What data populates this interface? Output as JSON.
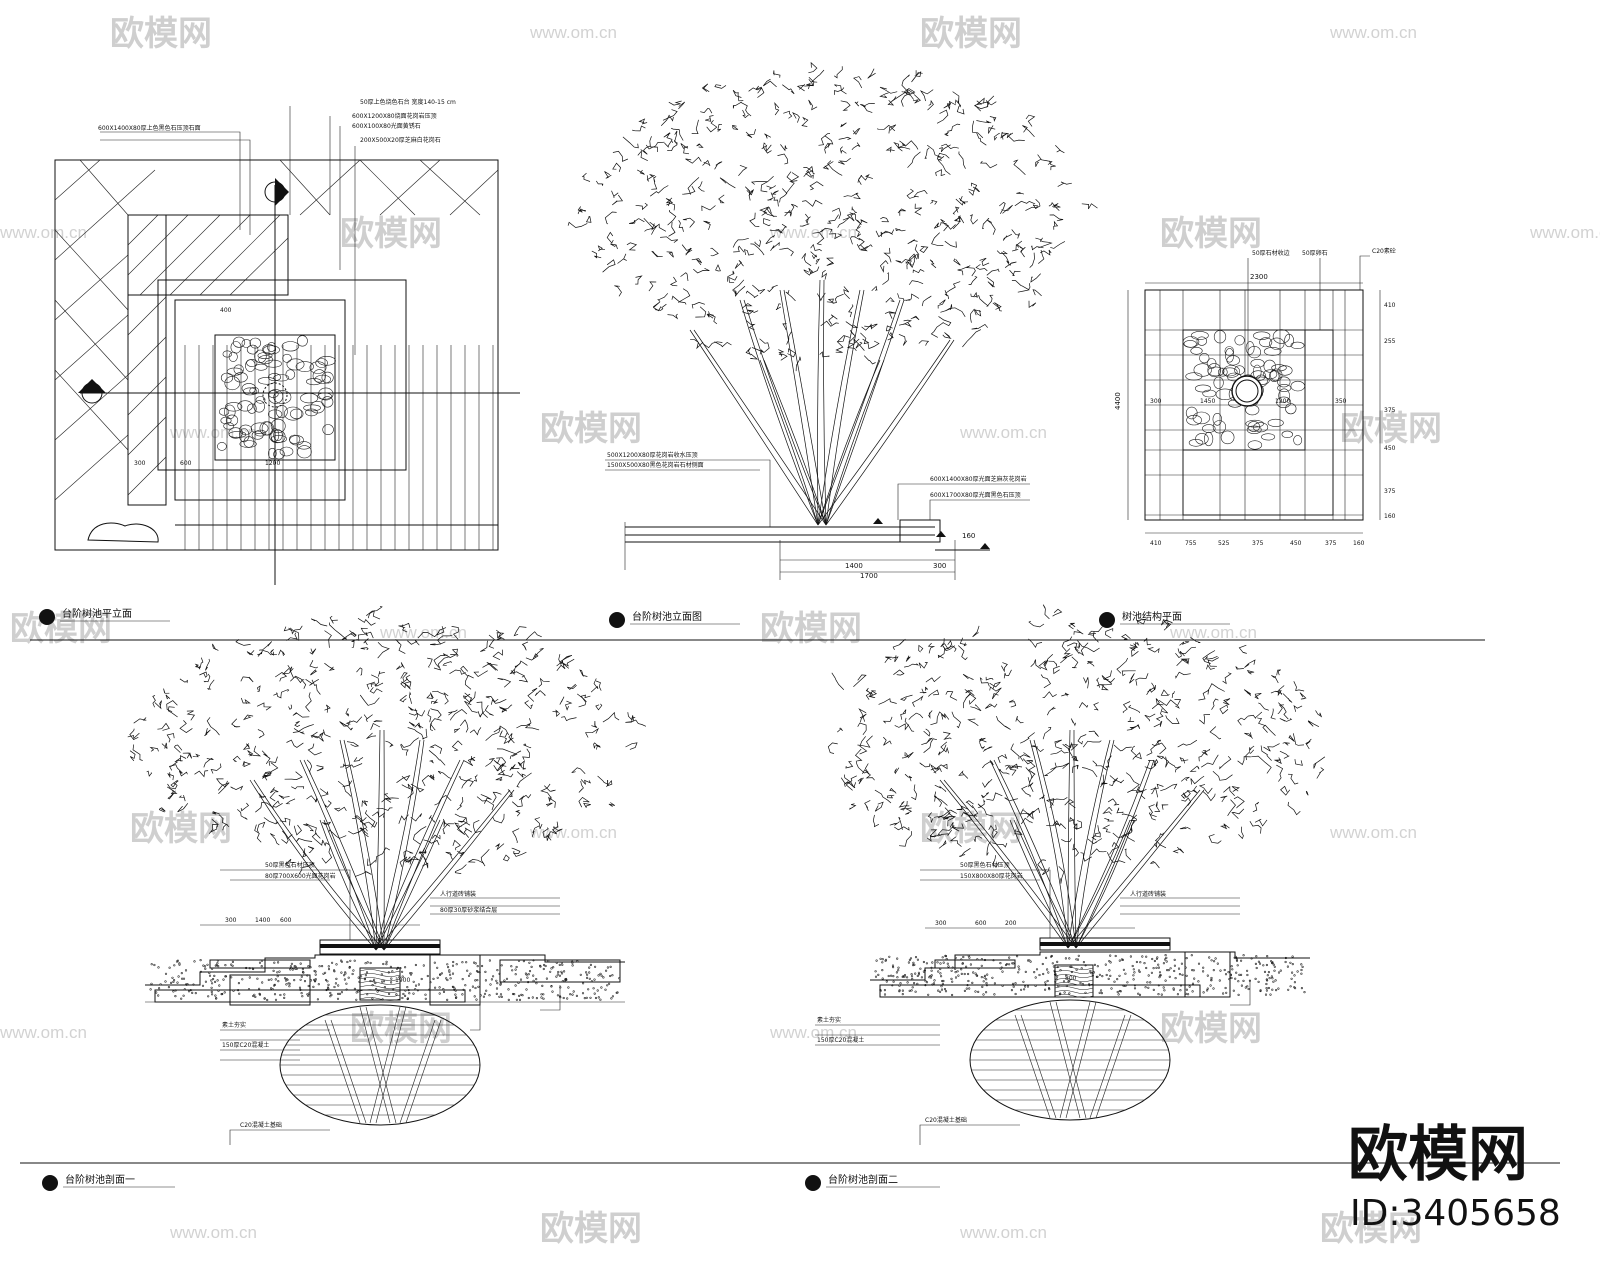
{
  "watermark": {
    "logo_text": "欧模网",
    "url": "www.om.cn",
    "brand": "欧模网",
    "id_label": "ID:3405658"
  },
  "drawings": {
    "plan": {
      "title": "台阶树池平立面",
      "notes": [
        "50厚上色烧色石台 宽度140-15 cm",
        "600X1200X80烧面花岗岩压顶",
        "600X100X80光面黄锈石",
        "600X1400X80厚上色黑色石压顶石面",
        "200X500X20厚芝麻白花岗石"
      ],
      "dims": [
        "600",
        "1200",
        "300",
        "400"
      ]
    },
    "elevation": {
      "title": "台阶树池立面图",
      "notes": [
        "500X1200X80厚花岗岩收水压顶",
        "1500X500X80黑色花岗岩石材侧面",
        "600X1400X80厚光面芝麻灰花岗岩",
        "600X1700X80厚光面黑色石压顶"
      ],
      "dims": [
        "1400",
        "300",
        "1700",
        "160"
      ]
    },
    "structure": {
      "title": "树池结构平面",
      "notes": [
        "50厚石材收边",
        "50厚卵石",
        "C20素砼"
      ],
      "dims_bottom": [
        "410",
        "755",
        "525",
        "375",
        "450",
        "375",
        "160"
      ],
      "dims_top": [
        "2300"
      ],
      "dims_right": [
        "410",
        "255",
        "375",
        "450",
        "375",
        "160"
      ],
      "dims_mid": [
        "300",
        "1450",
        "1200",
        "350"
      ]
    },
    "section1": {
      "title": "台阶树池剖面一",
      "notes": [
        "50厚黑色石材压顶",
        "80厚700X600光面花岗岩",
        "人行道砖铺装",
        "80厚30厚砂浆结合层",
        "素土夯实",
        "150厚C20混凝土",
        "C20混凝土基础"
      ],
      "dims": [
        "300",
        "1400",
        "600",
        "1900"
      ]
    },
    "section2": {
      "title": "台阶树池剖面二",
      "notes": [
        "50厚黑色石材压顶",
        "150X800X80厚花岗岩",
        "人行道砖铺装",
        "素土夯实",
        "150厚C20混凝土",
        "C20混凝土基础"
      ],
      "dims": [
        "300",
        "600",
        "200",
        "800"
      ]
    }
  }
}
